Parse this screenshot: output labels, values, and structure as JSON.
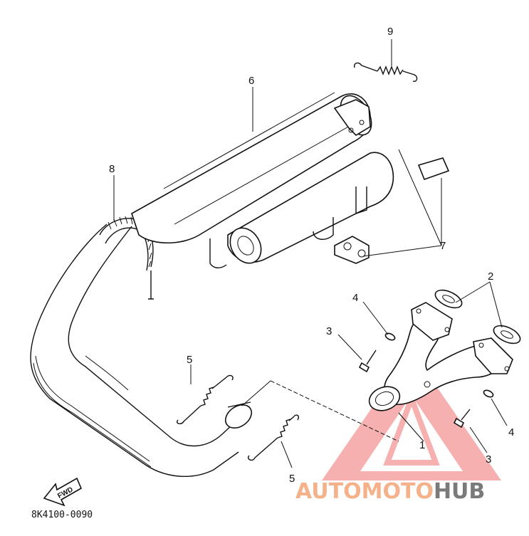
{
  "diagram": {
    "callouts": [
      {
        "id": "c1",
        "label": "1"
      },
      {
        "id": "c2",
        "label": "2"
      },
      {
        "id": "c3a",
        "label": "3"
      },
      {
        "id": "c3b",
        "label": "3"
      },
      {
        "id": "c4a",
        "label": "4"
      },
      {
        "id": "c4b",
        "label": "4"
      },
      {
        "id": "c5a",
        "label": "5"
      },
      {
        "id": "c5b",
        "label": "5"
      },
      {
        "id": "c6",
        "label": "6"
      },
      {
        "id": "c7",
        "label": "7"
      },
      {
        "id": "c8",
        "label": "8"
      },
      {
        "id": "c9",
        "label": "9"
      }
    ],
    "fwd_label": "FWD",
    "reference_code": "8K4100-0090"
  },
  "watermark": {
    "text_part1": "AUTOMOTO",
    "text_part2": "HUB",
    "color_part1": "#f5b28a",
    "color_part2": "#7a7a7a",
    "triangle_color": "#f07070"
  }
}
